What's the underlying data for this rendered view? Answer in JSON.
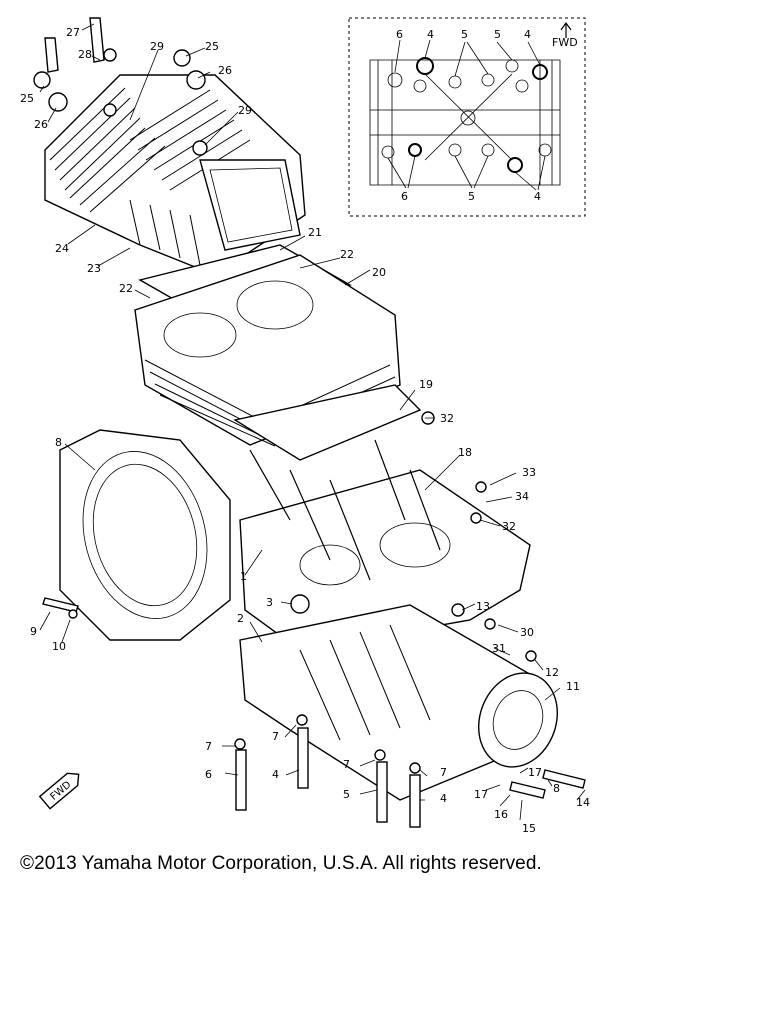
{
  "copyright": "©2013 Yamaha Motor Corporation, U.S.A. All rights reserved.",
  "inset": {
    "fwd_label": "FWD",
    "labels": {
      "top_left_6": "6",
      "top_4a": "4",
      "top_5a": "5",
      "top_5b": "5",
      "top_4b": "4",
      "bot_6": "6",
      "bot_5": "5",
      "bot_4": "4"
    }
  },
  "callouts": {
    "c27": "27",
    "c28": "28",
    "c29a": "29",
    "c25a": "25",
    "c25b": "25",
    "c26a": "26",
    "c26b": "26",
    "c29b": "29",
    "c24": "24",
    "c23": "23",
    "c21": "21",
    "c22a": "22",
    "c22b": "22",
    "c20": "20",
    "c19": "19",
    "c32a": "32",
    "c8": "8",
    "c18": "18",
    "c33": "33",
    "c34": "34",
    "c32b": "32",
    "c1": "1",
    "c3": "3",
    "c9": "9",
    "c10": "10",
    "c13": "13",
    "c30": "30",
    "c2": "2",
    "c31": "31",
    "c12": "12",
    "c11": "11",
    "c7a": "7",
    "c7b": "7",
    "c7c": "7",
    "c7d": "7",
    "c6": "6",
    "c4a": "4",
    "c5": "5",
    "c4b": "4",
    "c17a": "17",
    "c17b": "17",
    "c8b": "8",
    "c14": "14",
    "c16": "16",
    "c15": "15"
  },
  "fwd_badge": "FWD"
}
